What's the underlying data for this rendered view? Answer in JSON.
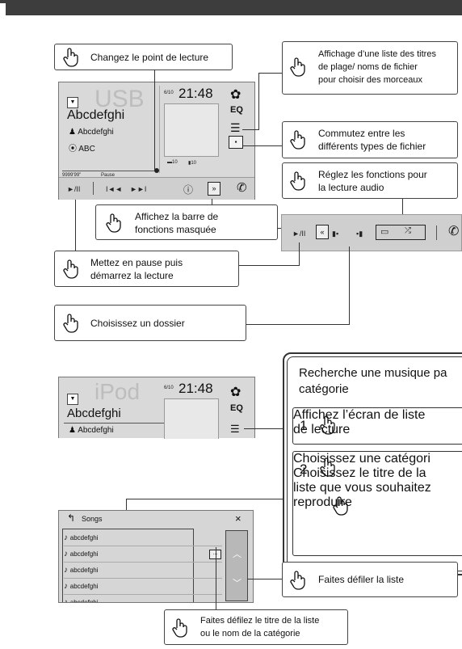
{
  "callouts": {
    "seek": "Changez le point de lecture",
    "list_display": [
      "Affichage d’une liste des titres",
      "de plage/ noms de fichier",
      "pour choisir des morceaux"
    ],
    "file_type": [
      "Commutez entre les",
      "différents types de fichier"
    ],
    "audio_settings": [
      "Réglez les fonctions pour",
      "la lecture audio"
    ],
    "hidden_bar": [
      "Affichez la barre de",
      "fonctions masquée"
    ],
    "pause_play": [
      "Mettez en pause puis",
      "démarrez la lecture"
    ],
    "folder": "Choisissez un dossier",
    "scroll_list": "Faites défiler la liste",
    "scroll_title": [
      "Faites défilez le titre de la liste",
      "ou le nom de la catégorie"
    ]
  },
  "usb_screen": {
    "source_watermark": "USB",
    "title": "Abcdefghi",
    "artist": "Abcdefghi",
    "album": "ABC",
    "date": "6/10",
    "time": "21:48",
    "eq": "EQ",
    "elapsed": "9999'99\"",
    "status": "Pause",
    "folder_count_1": "10",
    "folder_count_2": "10"
  },
  "ipod_screen": {
    "source_watermark": "iPod",
    "title": "Abcdefghi",
    "artist": "Abcdefghi",
    "date": "6/10",
    "time": "21:48",
    "eq": "EQ"
  },
  "search_box": {
    "heading": [
      "Recherche une musique pa",
      "catégorie"
    ],
    "step1_num": "1",
    "step1": [
      "Affichez l’écran de liste",
      "de lecture"
    ],
    "step2_num": "2",
    "step2a": "Choisissez une catégori",
    "step2b": [
      "Choisissez le titre de la",
      "liste que vous souhaitez",
      "reproduire"
    ]
  },
  "songs_list": {
    "header": "Songs",
    "items": [
      "abcdefghi",
      "abcdefghi",
      "abcdefghi",
      "abcdefghi",
      "abcdefghi"
    ],
    "more": "..."
  }
}
